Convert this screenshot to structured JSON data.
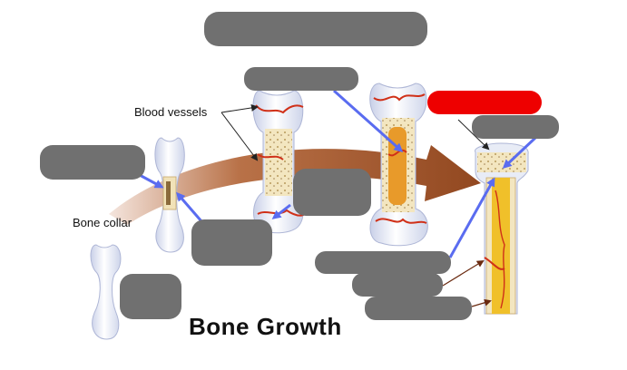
{
  "labels": {
    "blood_vessels": "Blood vessels",
    "bone_collar": "Bone collar"
  },
  "title": "Bone Growth",
  "colors": {
    "label_mask": "#707070",
    "highlighted_mask": "#ee0000",
    "pointer_arrow": "#5a6cf0",
    "growth_arrow": "#a0501e",
    "cartilage": "#e8ecf6",
    "bone_matrix": "#f1e2b8",
    "marrow": "#f0c02a",
    "blood_vessel": "#d03018"
  }
}
